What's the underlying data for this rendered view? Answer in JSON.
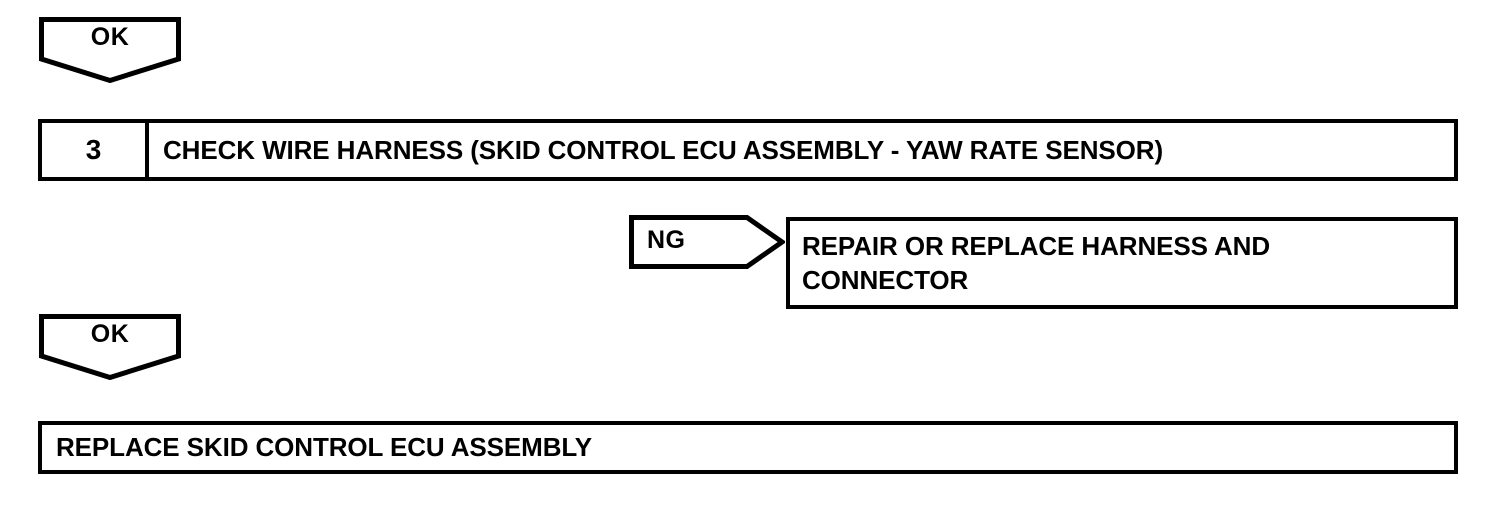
{
  "diagram": {
    "type": "automotive-diagnostic-flowchart",
    "stroke_color": "#000000",
    "background_color": "#FFFFFF"
  },
  "flow": {
    "ok_branch_1": {
      "label": "OK",
      "icon": "arrow-down-pentagon"
    },
    "step": {
      "number": "3",
      "title": "CHECK WIRE HARNESS (SKID CONTROL ECU ASSEMBLY - YAW RATE SENSOR)"
    },
    "ng_branch": {
      "label": "NG",
      "icon": "arrow-right-chevron"
    },
    "repair_result": {
      "line1": "REPAIR OR REPLACE HARNESS AND",
      "line2": "CONNECTOR"
    },
    "ok_branch_2": {
      "label": "OK",
      "icon": "arrow-down-pentagon"
    },
    "final_result": {
      "text": "REPLACE SKID CONTROL ECU ASSEMBLY"
    }
  }
}
